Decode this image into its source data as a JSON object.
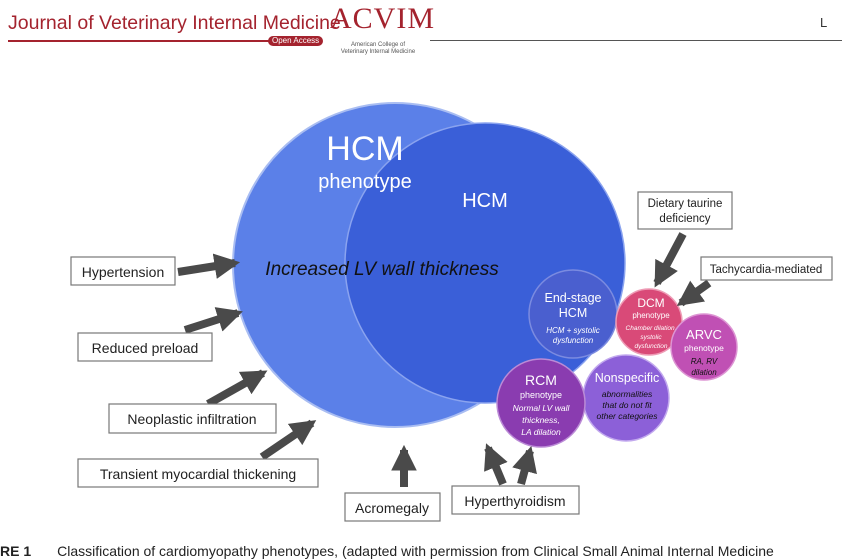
{
  "header": {
    "journal_title": "Journal of Veterinary Internal Medicine",
    "open_access": "Open Access",
    "logo_text": "ACVIM",
    "logo_sub1": "American College of",
    "logo_sub2": "Veterinary Internal Medicine",
    "running_head": "L"
  },
  "figure": {
    "outer_circle": {
      "title": "HCM",
      "subtitle": "phenotype",
      "body": "Increased LV wall thickness"
    },
    "inner_circle": {
      "title": "HCM"
    },
    "end_stage": {
      "title1": "End-stage",
      "title2": "HCM",
      "note1": "HCM + systolic",
      "note2": "dysfunction"
    },
    "dcm": {
      "title": "DCM",
      "sub": "phenotype",
      "note1": "Chamber dilation,",
      "note2": "systolic",
      "note3": "dysfunction"
    },
    "arvc": {
      "title": "ARVC",
      "sub": "phenotype",
      "note1": "RA, RV",
      "note2": "dilation"
    },
    "rcm": {
      "title": "RCM",
      "sub": "phenotype",
      "note1": "Normal LV wall",
      "note2": "thickness,",
      "note3": "LA dilation"
    },
    "nonspecific": {
      "title": "Nonspecific",
      "note1": "abnormalities",
      "note2": "that do not fit",
      "note3": "other categories"
    },
    "boxes": {
      "hypertension": "Hypertension",
      "reduced_preload": "Reduced preload",
      "neoplastic": "Neoplastic infiltration",
      "transient": "Transient myocardial thickening",
      "acromegaly": "Acromegaly",
      "hyperthyroidism": "Hyperthyroidism",
      "taurine1": "Dietary taurine",
      "taurine2": "deficiency",
      "tachy": "Tachycardia-mediated"
    },
    "colors": {
      "outer": "#5b80e8",
      "inner": "#3a5fd8",
      "endstage": "#4a5fcf",
      "dcm": "#d94a78",
      "arvc": "#c050b4",
      "rcm": "#8a3cb0",
      "nonspecific": "#8c60d8",
      "arrow": "#4a4a4a"
    }
  },
  "caption": {
    "label": "RE 1",
    "text": "Classification of cardiomyopathy phenotypes, (adapted with permission from Clinical Small Animal Internal Medicine"
  }
}
